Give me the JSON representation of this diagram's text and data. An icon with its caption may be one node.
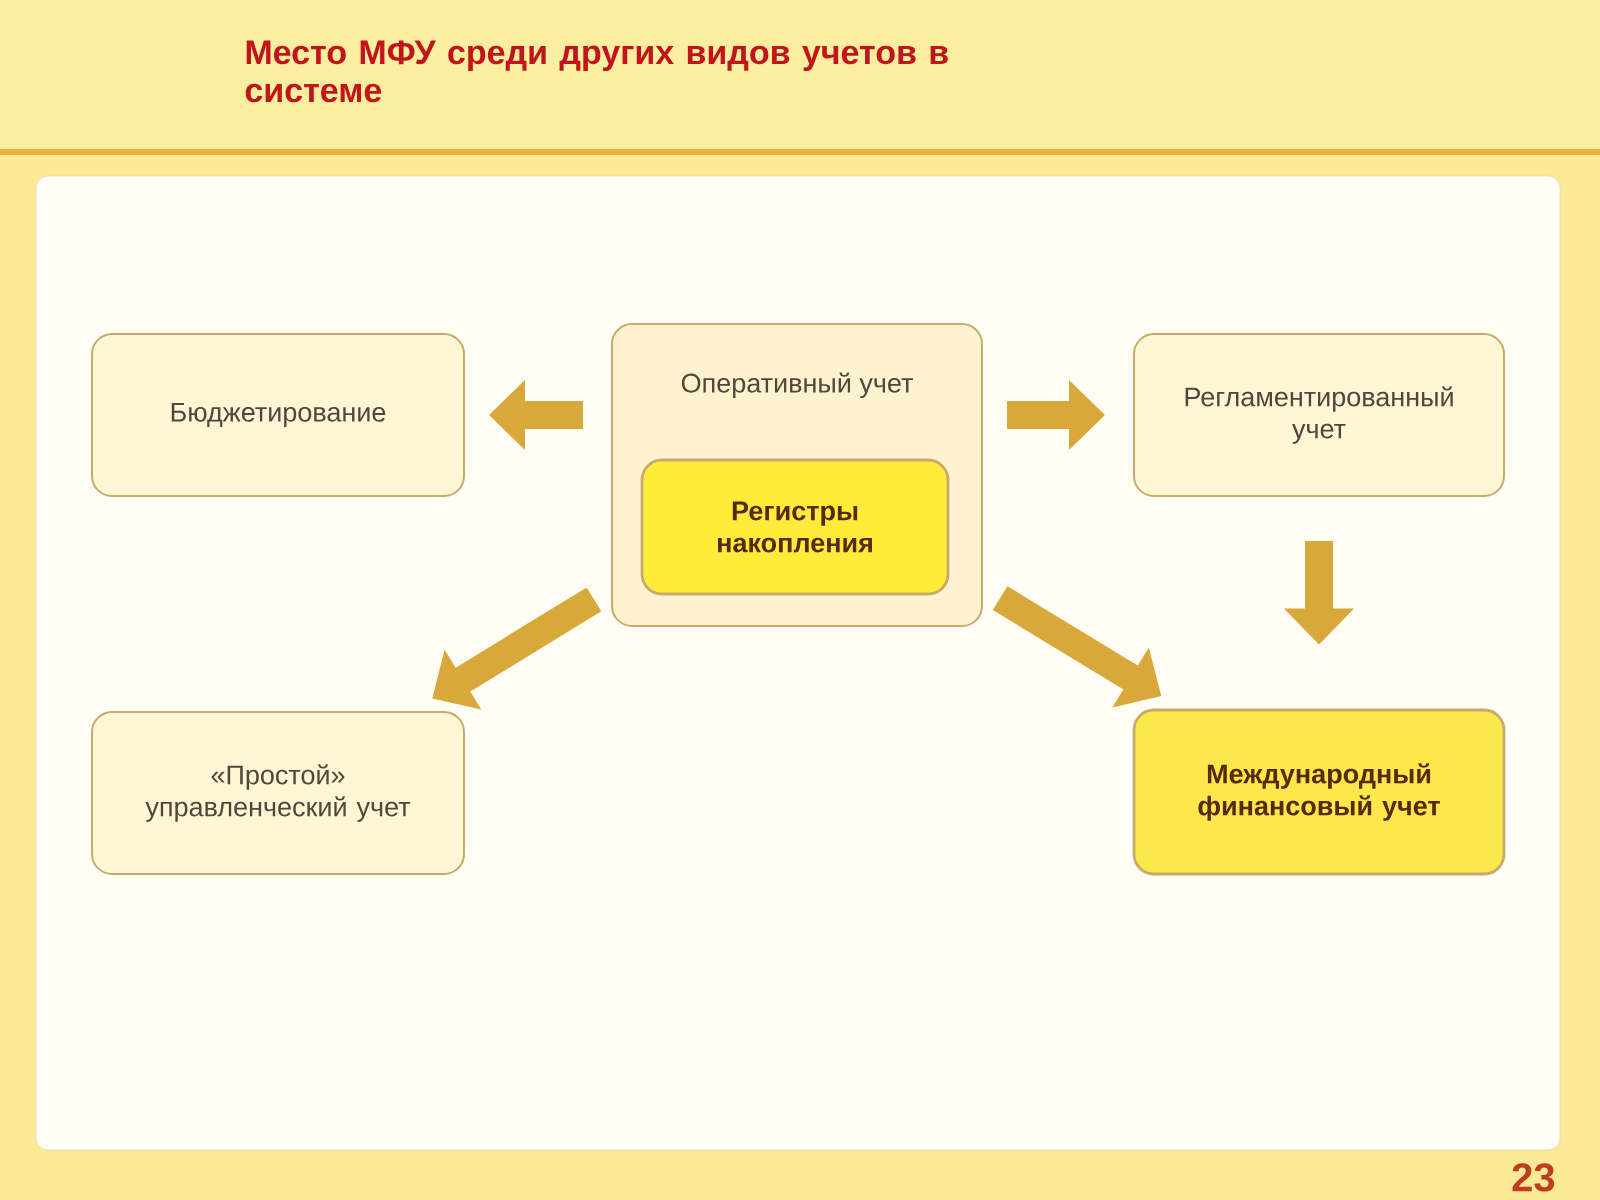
{
  "diagram": {
    "title": "Место МФУ среди других видов учетов в системе",
    "nodes": [
      {
        "text": [
          "Бюджетирование"
        ]
      },
      {
        "text": [
          "Оперативный учет"
        ]
      },
      {
        "text": [
          "Регистры накопления"
        ],
        "in": 1
      },
      {
        "text": [
          "Регламентированный учет"
        ]
      },
      {
        "text": [
          "«Простой» управленческий учет"
        ]
      },
      {
        "text": [
          "Международный финансовый учет"
        ]
      }
    ],
    "edges": [
      {
        "from": 1,
        "to": 0,
        "arrow": "to"
      },
      {
        "from": 1,
        "to": 3,
        "arrow": "to"
      },
      {
        "from": 3,
        "to": 5,
        "arrow": "to"
      },
      {
        "from": 1,
        "to": 4,
        "arrow": "to"
      },
      {
        "from": 1,
        "to": 5,
        "arrow": "to"
      }
    ],
    "labels": [
      "23"
    ]
  }
}
